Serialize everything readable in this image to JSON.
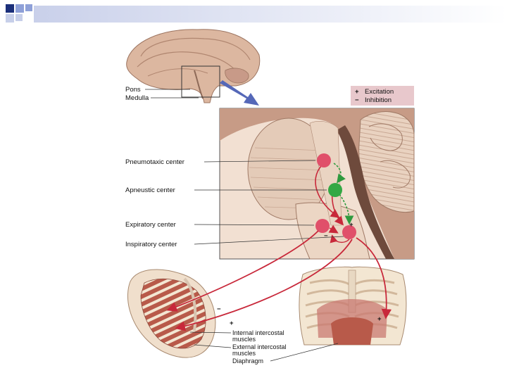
{
  "slide_decoration": {
    "square_colors": [
      "#1b2f7a",
      "#8ea0d8",
      "#c7cfe9"
    ]
  },
  "legend": {
    "excitation_sign": "+",
    "excitation_label": "Excitation",
    "inhibition_sign": "−",
    "inhibition_label": "Inhibition"
  },
  "brain_labels": {
    "pons": "Pons",
    "medulla": "Medulla"
  },
  "center_labels": {
    "pneumotaxic": "Pneumotaxic center",
    "apneustic": "Apneustic center",
    "expiratory": "Expiratory center",
    "inspiratory": "Inspiratory center"
  },
  "signs": {
    "plus": "+",
    "minus": "−"
  },
  "muscle_labels": {
    "internal_line1": "Internal intercostal",
    "internal_line2": "muscles",
    "external_line1": "External intercostal",
    "external_line2": "muscles",
    "diaphragm": "Diaphragm"
  },
  "colors": {
    "excitation": "#c8283a",
    "inhibition": "#2e9a3e",
    "center_red": "#e0506a",
    "center_green": "#33a844",
    "legend_bg": "#e8c8cc",
    "arrow_blue": "#5568b8"
  }
}
